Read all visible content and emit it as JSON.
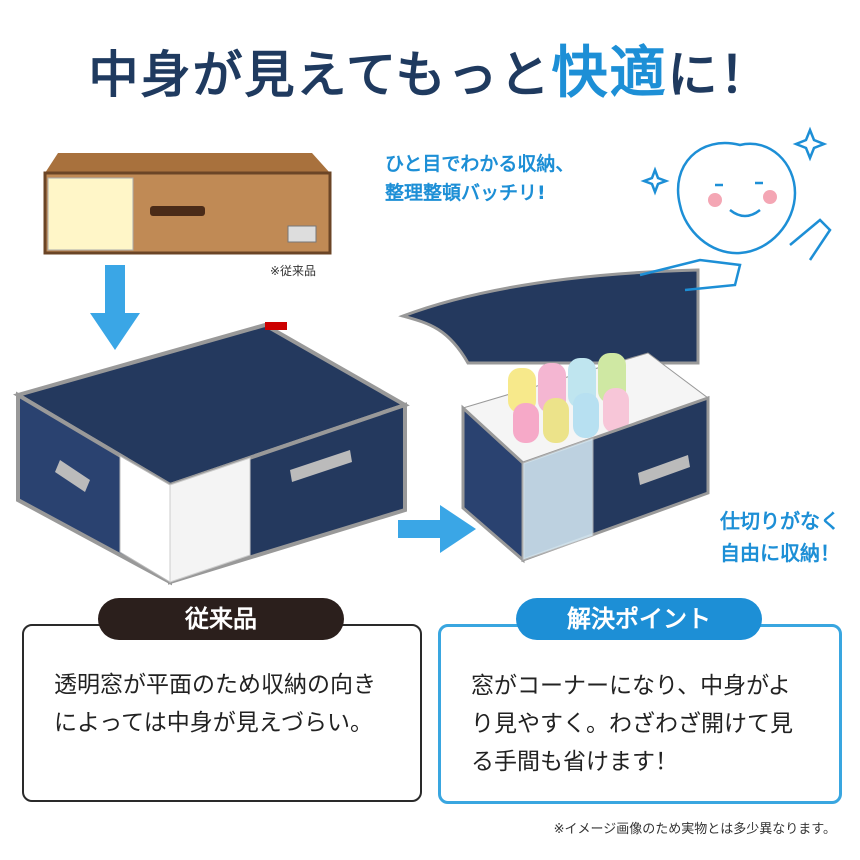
{
  "headline": {
    "part1": "中身が見えてもっと",
    "highlight": "快適",
    "part2": "に！"
  },
  "caption_top": {
    "line1": "ひと目でわかる収納、",
    "line2": "整理整頓バッチリ!"
  },
  "caption_side": {
    "line1": "仕切りがなく",
    "line2": "自由に収納！"
  },
  "conventional_note": "※従来品",
  "conventional": {
    "label": "従来品",
    "text": "透明窓が平面のため収納の向きによっては中身が見えづらい。"
  },
  "solution": {
    "label": "解決ポイント",
    "text": "窓がコーナーになり、中身がより見やすく。わざわざ開けて見る手間も省けます！"
  },
  "disclaimer": "※イメージ画像のため実物とは多少異なります。",
  "colors": {
    "navy": "#1f3a5f",
    "accent_blue": "#1d8fd6",
    "pill_dark": "#2b1f1c",
    "box_navy": "#24395e",
    "conventional_brown": "#b98450"
  }
}
